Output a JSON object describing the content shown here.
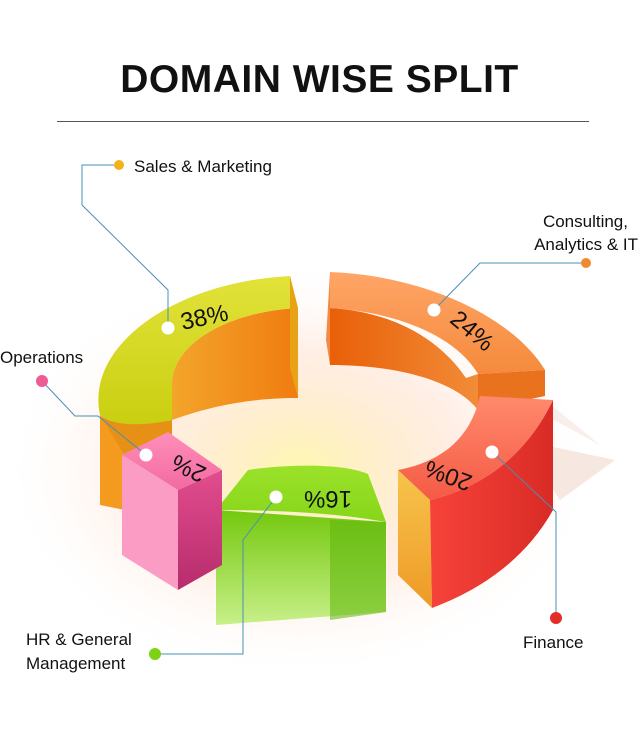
{
  "title": "DOMAIN WISE SPLIT",
  "chart_data": {
    "type": "pie",
    "title": "DOMAIN WISE SPLIT",
    "categories": [
      "Sales & Marketing",
      "Consulting, Analytics & IT",
      "Finance",
      "HR & General Management",
      "Operations"
    ],
    "values": [
      38,
      24,
      20,
      16,
      2
    ],
    "value_labels": [
      "38%",
      "24%",
      "20%",
      "16%",
      "2%"
    ],
    "colors": [
      "#d9dc1f",
      "#fb8c3a",
      "#ee4a3a",
      "#7fcf12",
      "#ee5b95"
    ],
    "style": "3d-donut"
  },
  "labels": {
    "sales": [
      "Sales & Marketing"
    ],
    "consulting": [
      "Consulting,",
      "Analytics & IT"
    ],
    "operations": [
      "Operations"
    ],
    "finance": [
      "Finance"
    ],
    "hr": [
      "HR & General",
      "Management"
    ]
  }
}
